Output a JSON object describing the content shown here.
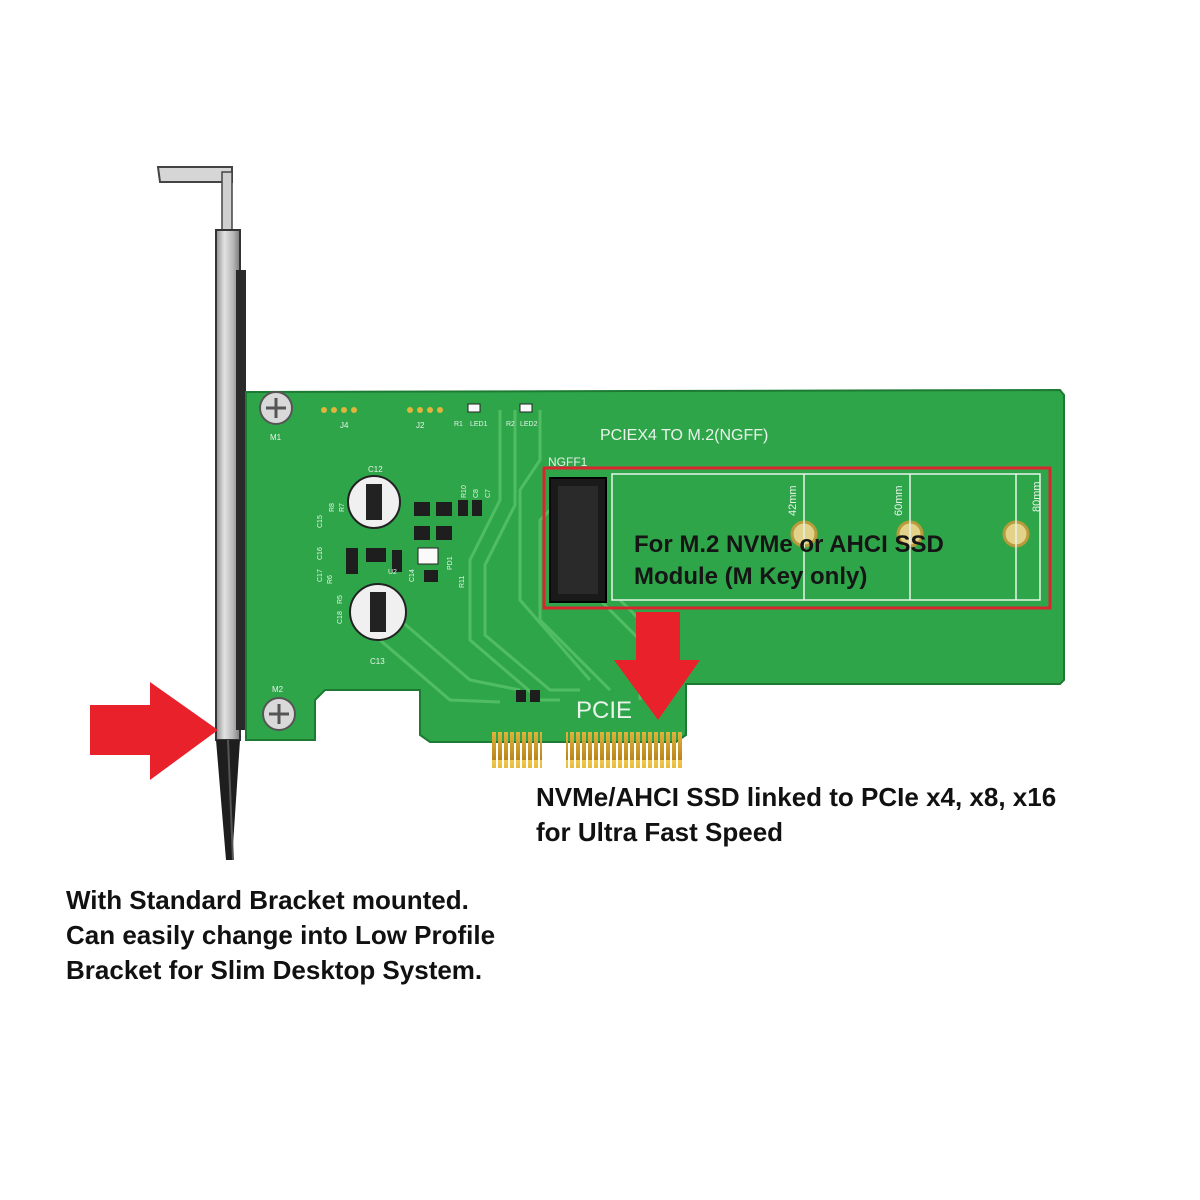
{
  "board": {
    "title_silk": "PCIEX4 TO M.2(NGFF)",
    "edge_label": "PCIE",
    "slot_label": "NGFF1",
    "slot_lengths": [
      "42mm",
      "60mm",
      "80mm"
    ],
    "component_labels": [
      "M1",
      "M2",
      "J4",
      "J2",
      "R1",
      "LED1",
      "R2",
      "LED2",
      "C12",
      "C13",
      "U2",
      "PD1",
      "C14",
      "R10",
      "R11",
      "C15",
      "C16",
      "C17",
      "C18",
      "R5",
      "R6",
      "R7",
      "R8",
      "C8",
      "C7"
    ]
  },
  "callouts": {
    "m2_box": [
      "For M.2 NVMe or AHCI SSD",
      "Module (M Key only)"
    ],
    "pcie_note": [
      "NVMe/AHCI SSD linked to PCIe x4, x8, x16",
      "for Ultra Fast Speed"
    ],
    "bracket_note": [
      "With Standard Bracket mounted.",
      "Can easily change into Low Profile",
      "Bracket for Slim Desktop System."
    ]
  },
  "colors": {
    "pcb_green": "#2fa54a",
    "pcb_trace": "#55c066",
    "silkscreen": "#e9f3ea",
    "arrow_red": "#e8212a",
    "gold_fingers": "#d6a325",
    "bracket_metal": "#c7c7c7"
  }
}
